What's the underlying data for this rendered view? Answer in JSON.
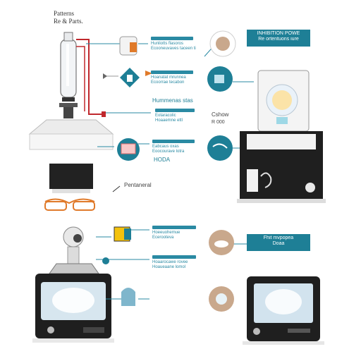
{
  "title": {
    "line1": "Patterns",
    "line2": "Re & Parts."
  },
  "top_right_box": {
    "line1": "INHIBITION POWE",
    "line2": "Re ortentuons iure"
  },
  "callouts": [
    {
      "line1": "Hunliotts flasoros",
      "line2": "Ecooneuvaves taceen ti"
    },
    {
      "line1": "Hoanatat mrunnea",
      "line2": "Ecoorrae tecabon"
    },
    {
      "line1": "Eotaracolic",
      "line2": "Hoaaemne ettl"
    },
    {
      "line1": "Eabcaus oxas",
      "line2": "Eoocourave lotra"
    },
    {
      "line1": "Hoeeuohemue",
      "line2": "Ecerooteva"
    },
    {
      "line1": "Hoaarocawe rovee",
      "line2": "Hoaueaane lomol"
    }
  ],
  "labels": {
    "mid_1": "Hummenas stas",
    "cshow": "Cshow",
    "rub": "R 000",
    "hoda": "HODA",
    "pentaneral": "Pentaneral"
  },
  "middle_right_box": {
    "line1": "Fhit mvpopea",
    "line2": "Doaa"
  },
  "colors": {
    "teal": "#1e7f96",
    "beige": "#c9a88c",
    "red": "#c0282d",
    "orange": "#e07a2a",
    "dark": "#1f1f1f"
  },
  "icons": [
    "bottle-icon",
    "cup-icon",
    "spoon-icon",
    "bowl-icon",
    "hand-icon",
    "eye-icon",
    "yellow-box-icon",
    "gear-icon",
    "bag-icon"
  ]
}
